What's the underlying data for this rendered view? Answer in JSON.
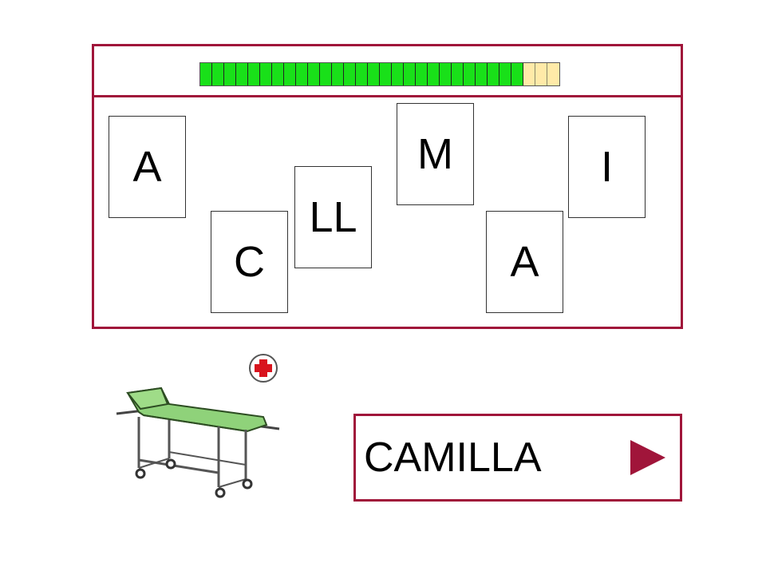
{
  "progress": {
    "filled": 27,
    "total": 30,
    "fill_color": "#19e019",
    "empty_color": "#ffeaa8"
  },
  "cards": [
    {
      "text": "A"
    },
    {
      "text": "C"
    },
    {
      "text": "LL"
    },
    {
      "text": "M"
    },
    {
      "text": "A"
    },
    {
      "text": "I"
    }
  ],
  "answer": {
    "word": "CAMILLA"
  },
  "icons": {
    "play": "play-triangle-icon",
    "medical": "red-cross-icon",
    "picture": "stretcher-icon"
  },
  "colors": {
    "accent": "#a0153a",
    "stretcher_pad": "#8fd27a"
  }
}
